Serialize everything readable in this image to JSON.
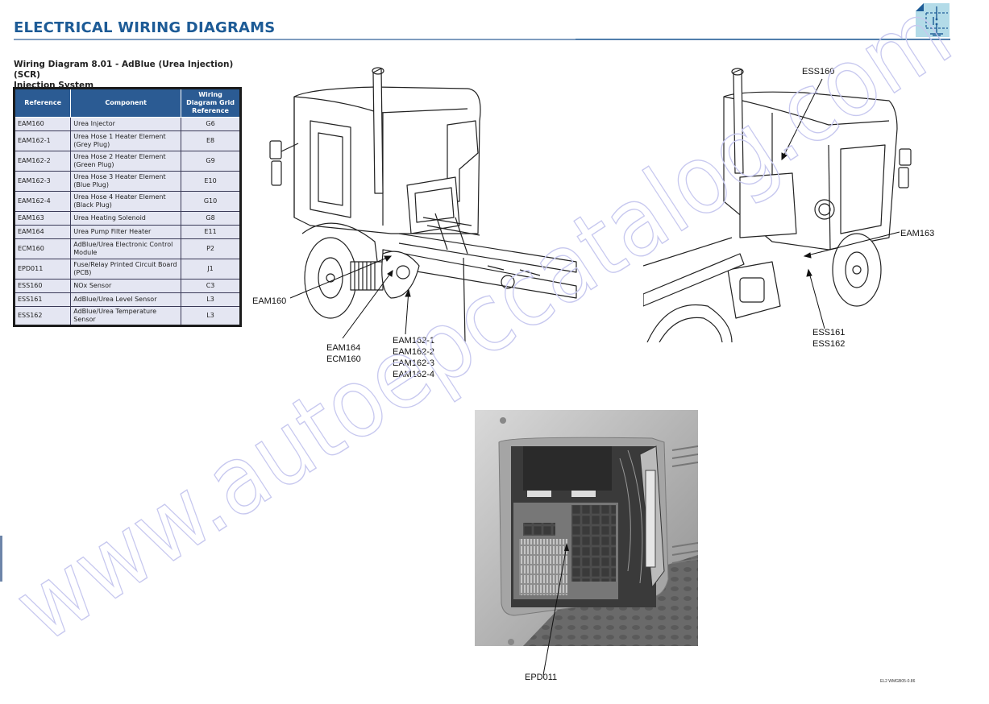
{
  "header": {
    "title": "ELECTRICAL WIRING DIAGRAMS",
    "section_icon": "wiring-diagram-section-icon"
  },
  "subtitle": {
    "line1": "Wiring Diagram 8.01 - AdBlue (Urea Injection) (SCR)",
    "line2": "Injection System"
  },
  "table": {
    "headers": [
      "Reference",
      "Component",
      "Wiring Diagram Grid Reference"
    ],
    "rows": [
      {
        "reference": "EAM160",
        "component": "Urea Injector",
        "grid": "G6"
      },
      {
        "reference": "EAM162-1",
        "component": "Urea Hose 1 Heater Element (Grey Plug)",
        "grid": "E8"
      },
      {
        "reference": "EAM162-2",
        "component": "Urea Hose 2 Heater Element (Green Plug)",
        "grid": "G9"
      },
      {
        "reference": "EAM162-3",
        "component": "Urea Hose 3 Heater Element (Blue Plug)",
        "grid": "E10"
      },
      {
        "reference": "EAM162-4",
        "component": "Urea Hose 4 Heater Element (Black Plug)",
        "grid": "G10"
      },
      {
        "reference": "EAM163",
        "component": "Urea Heating Solenoid",
        "grid": "G8"
      },
      {
        "reference": "EAM164",
        "component": "Urea Pump Filter Heater",
        "grid": "E11"
      },
      {
        "reference": "ECM160",
        "component": "AdBlue/Urea Electronic Control Module",
        "grid": "P2"
      },
      {
        "reference": "EPD011",
        "component": "Fuse/Relay Printed Circuit Board (PCB)",
        "grid": "J1"
      },
      {
        "reference": "ESS160",
        "component": "NOx Sensor",
        "grid": "C3"
      },
      {
        "reference": "ESS161",
        "component": "AdBlue/Urea Level Sensor",
        "grid": "L3"
      },
      {
        "reference": "ESS162",
        "component": "AdBlue/Urea Temperature Sensor",
        "grid": "L3"
      }
    ]
  },
  "figures": {
    "left_truck": {
      "callouts": {
        "eam160": "EAM160",
        "eam164_ecm160": [
          "EAM164",
          "ECM160"
        ],
        "eam162": [
          "EAM162-1",
          "EAM162-2",
          "EAM162-3",
          "EAM162-4"
        ]
      }
    },
    "right_truck": {
      "callouts": {
        "ess160": "ESS160",
        "eam163": "EAM163",
        "ess161_162": [
          "ESS161",
          "ESS162"
        ]
      }
    },
    "pcb_photo": {
      "callouts": {
        "epd011": "EPD011"
      }
    }
  },
  "footer": {
    "code": "EL2 WMGB05-0.86"
  },
  "watermark": {
    "text": "www.autoepccatalog.com",
    "color": "#c7c8ef"
  }
}
